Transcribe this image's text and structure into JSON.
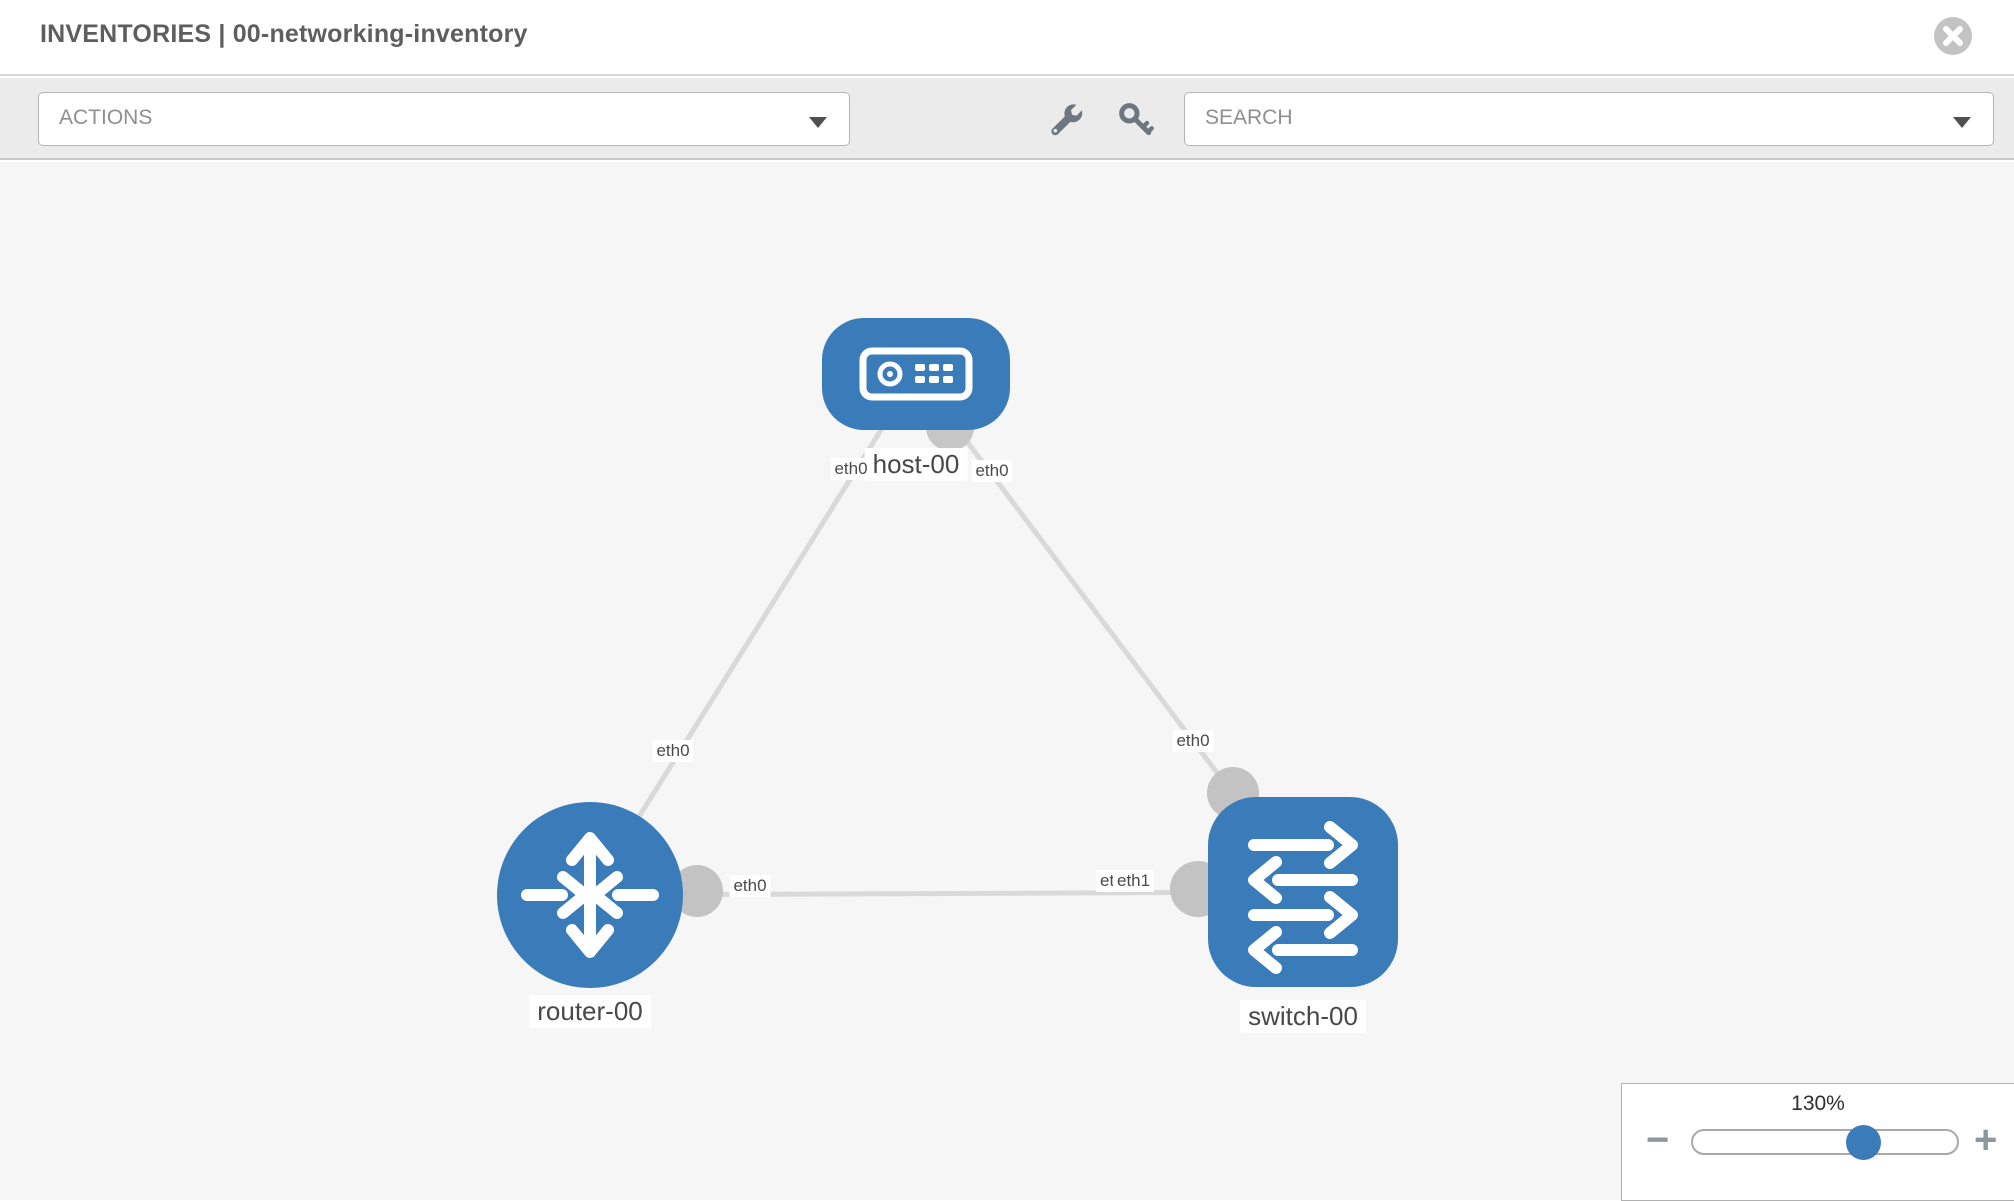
{
  "header": {
    "title": "INVENTORIES | 00-networking-inventory",
    "close_icon": "circle-x"
  },
  "toolbar": {
    "actions_label": "ACTIONS",
    "search_label": "SEARCH",
    "icons": [
      "wrench-icon",
      "key-icon"
    ]
  },
  "colors": {
    "node_blue": "#3a7bba",
    "link_gray": "#d9d9d9",
    "port_gray": "#c6c6c6",
    "toolbar_gray": "#ebebeb",
    "canvas_gray": "#f6f6f6"
  },
  "topology": {
    "nodes": [
      {
        "id": "host-00",
        "type": "host",
        "label": "host-00"
      },
      {
        "id": "router-00",
        "type": "router",
        "label": "router-00"
      },
      {
        "id": "switch-00",
        "type": "switch",
        "label": "switch-00"
      }
    ],
    "links": [
      {
        "from": "host-00",
        "from_if": "eth0",
        "to": "router-00",
        "to_if": "eth0"
      },
      {
        "from": "host-00",
        "from_if": "eth0",
        "to": "switch-00",
        "to_if": "eth0"
      },
      {
        "from": "router-00",
        "from_if": "eth0",
        "to": "switch-00",
        "to_if": "eth1"
      }
    ],
    "interface_labels": {
      "host_left": "eth0",
      "host_right": "eth0",
      "router_top": "eth0",
      "router_right": "eth0",
      "switch_top": "eth0",
      "switch_left_back": "eth0",
      "switch_left_front": "eth1"
    }
  },
  "zoom_control": {
    "level_label": "130%",
    "percent": 130,
    "minus_label": "−",
    "plus_label": "+"
  }
}
